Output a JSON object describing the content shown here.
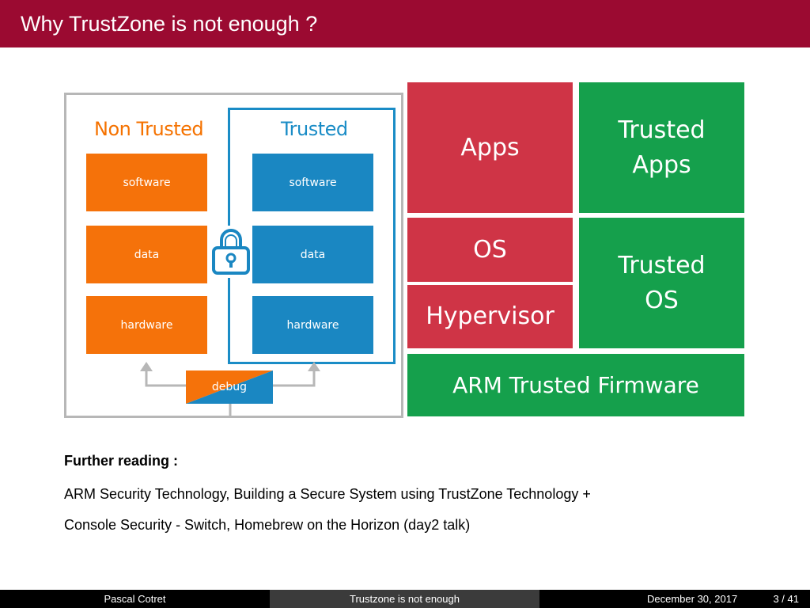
{
  "slide": {
    "title": "Why TrustZone is not enough ?"
  },
  "diagram": {
    "non_trusted_title": "Non Trusted",
    "trusted_title": "Trusted",
    "non_trusted_blocks": [
      "software",
      "data",
      "hardware"
    ],
    "trusted_blocks": [
      "software",
      "data",
      "hardware"
    ],
    "debug_label": "debug",
    "colors": {
      "non_trusted": "#f5720a",
      "trusted": "#1a87c2",
      "frame": "#b7b7b7"
    }
  },
  "stack": {
    "apps": "Apps",
    "trusted_apps_line1": "Trusted",
    "trusted_apps_line2": "Apps",
    "os": "OS",
    "hypervisor": "Hypervisor",
    "trusted_os_line1": "Trusted",
    "trusted_os_line2": "OS",
    "firmware": "ARM Trusted Firmware",
    "colors": {
      "normal_world": "#cf3446",
      "secure_world": "#15a04c"
    }
  },
  "further_reading": {
    "heading": "Further reading :",
    "items": [
      "ARM Security Technology, Building a Secure System using TrustZone Technology +",
      "Console Security - Switch, Homebrew on the Horizon (day2 talk)"
    ]
  },
  "footer": {
    "author": "Pascal Cotret",
    "short_title": "Trustzone is not enough",
    "date": "December 30, 2017",
    "page": "3 / 41"
  },
  "theme": {
    "accent": "#9b0a31"
  }
}
